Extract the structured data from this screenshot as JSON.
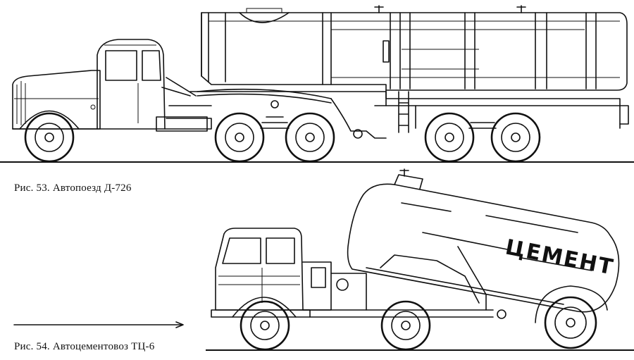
{
  "figure_53": {
    "caption": "Рис. 53. Автопоезд Д-726"
  },
  "figure_54": {
    "caption": "Рис. 54. Автоцементовоз ТЦ-6",
    "tank_label": "ЦЕМЕНТ"
  },
  "colors": {
    "ink": "#111111",
    "paper": "#ffffff"
  }
}
